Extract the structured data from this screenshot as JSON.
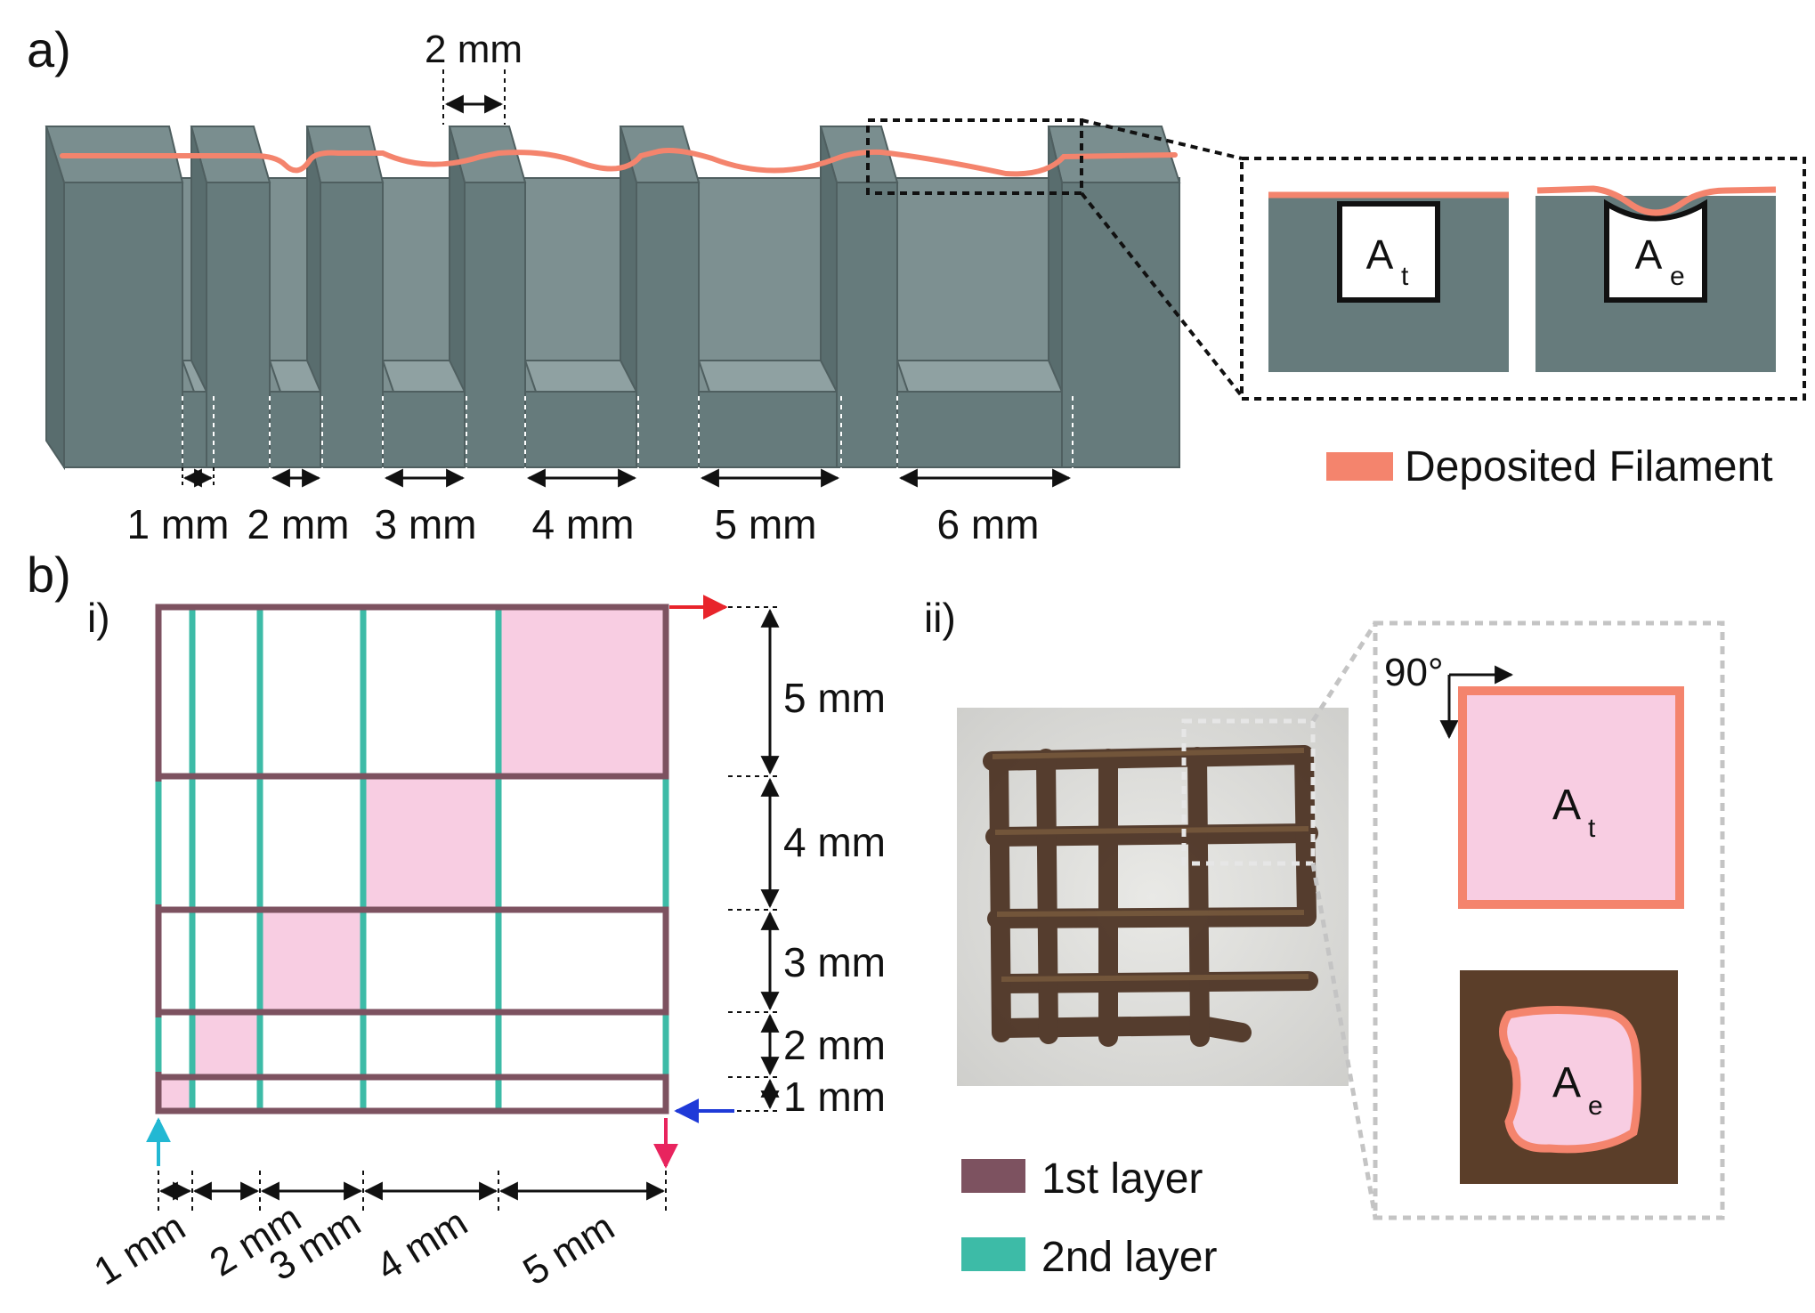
{
  "panel_a": {
    "label": "a)",
    "top_gap_label": "2 mm",
    "gap_labels": [
      "1 mm",
      "2 mm",
      "3 mm",
      "4 mm",
      "5 mm",
      "6 mm"
    ],
    "inset_left": {
      "main": "A",
      "sub": "t"
    },
    "inset_right": {
      "main": "A",
      "sub": "e"
    },
    "legend_label": "Deposited Filament"
  },
  "panel_b": {
    "label": "b)",
    "sub_i": "i)",
    "sub_ii": "ii)",
    "row_labels": [
      "5 mm",
      "4 mm",
      "3 mm",
      "2 mm",
      "1 mm"
    ],
    "col_labels": [
      "1 mm",
      "2 mm",
      "3 mm",
      "4 mm",
      "5 mm"
    ],
    "angle_label": "90°",
    "zoom_top": {
      "main": "A",
      "sub": "t"
    },
    "zoom_bottom": {
      "main": "A",
      "sub": "e"
    },
    "legend": [
      {
        "label": "1st layer",
        "color": "#7d5260"
      },
      {
        "label": "2nd layer",
        "color": "#3dbba7"
      }
    ]
  },
  "colors": {
    "block": "#667b7c",
    "filament": "#f4846d",
    "pink": "#f8cde2",
    "layer1": "#7d5260",
    "layer2": "#3dbba7"
  }
}
